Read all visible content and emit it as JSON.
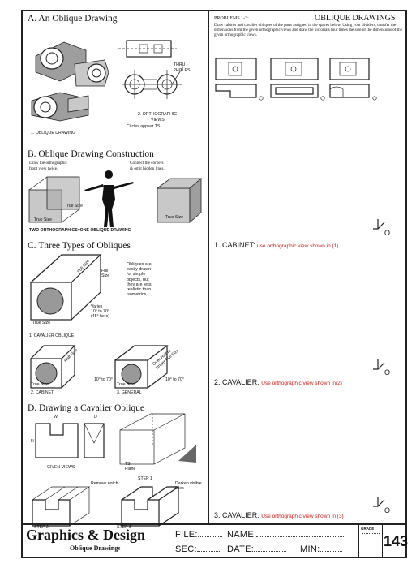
{
  "sectionA": {
    "title": "A. An Oblique Drawing",
    "label_thru": "THRU",
    "label_holes": "2HOLES",
    "label_ortho_num": "2. ORTHOGRAPHIC",
    "label_ortho_views": "VIEWS",
    "label_circles": "Circles appear TS",
    "label_oblique": "1. OBLIQUE DRAWING"
  },
  "sectionB": {
    "title": "B. Oblique Drawing Construction",
    "left_note_1": "Draw the orthographic",
    "left_note_2": "front view twice.",
    "right_note_1": "Connect the corners",
    "right_note_2": "& omit hidden lines.",
    "true_size": "True Size",
    "caption": "TWO ORTHOGRAPHICS=ONE OBLIQUE DRAWING"
  },
  "sectionC": {
    "title": "C. Three Types of Obliques",
    "full_size": "Full Size",
    "note_lines": [
      "Obliques are",
      "easily drawn",
      "for simple",
      "objects, but",
      "they are less",
      "realistic than",
      "isometrics."
    ],
    "varies_1": "Varies",
    "varies_2": "10° to 70°",
    "varies_3": "(45° here)",
    "true_size": "True Size",
    "cavalier": "1. CAVALIER OBLIQUE",
    "half_size": "Half Size",
    "angle_range": "10° to 70°",
    "over_half": "Over Half to Under Full Size",
    "cabinet": "2. CABINET",
    "general": "3. GENERAL"
  },
  "sectionD": {
    "title": "D. Drawing a Cavalier Oblique",
    "given_views": "GIVEN VIEWS",
    "step1": "STEP 1",
    "ts_plane": "TS Plane",
    "remove_notch": "Remove notch",
    "darken": "Darken visible lines",
    "step2": "STEP 2",
    "step3": "STEP 3",
    "dim_w": "W",
    "dim_d": "D",
    "dim_h": "H"
  },
  "problems": {
    "label": "PROBLEMS 1-3:",
    "heading": "OBLIQUE DRAWINGS",
    "instructions": "Draw cabinet and cavalier obliques of the parts assigned in the spaces below. Using your dividers, transfer the dimensions from the given orthographic views and draw the pictorials four times the size of the dimensions of the given orthographic views.",
    "p1_label": "1. CABINET:",
    "p1_note": "use orthographic view shown in (1)",
    "p2_label": "2. CAVALIER:",
    "p2_note": "Use orthographic view shown in(2)",
    "p3_label": "3. CAVALIER:",
    "p3_note": "Use orthographic view shown in (3)",
    "origin": "O"
  },
  "footer": {
    "title": "Graphics & Design",
    "subtitle": "Oblique Drawings",
    "file": "FILE:",
    "name": "NAME:",
    "sec": "SEC:",
    "date": "DATE:",
    "min": "MIN:",
    "grade": "GRADE",
    "page": "143"
  },
  "colors": {
    "note_red": "#d21a1a",
    "line": "#222222"
  }
}
